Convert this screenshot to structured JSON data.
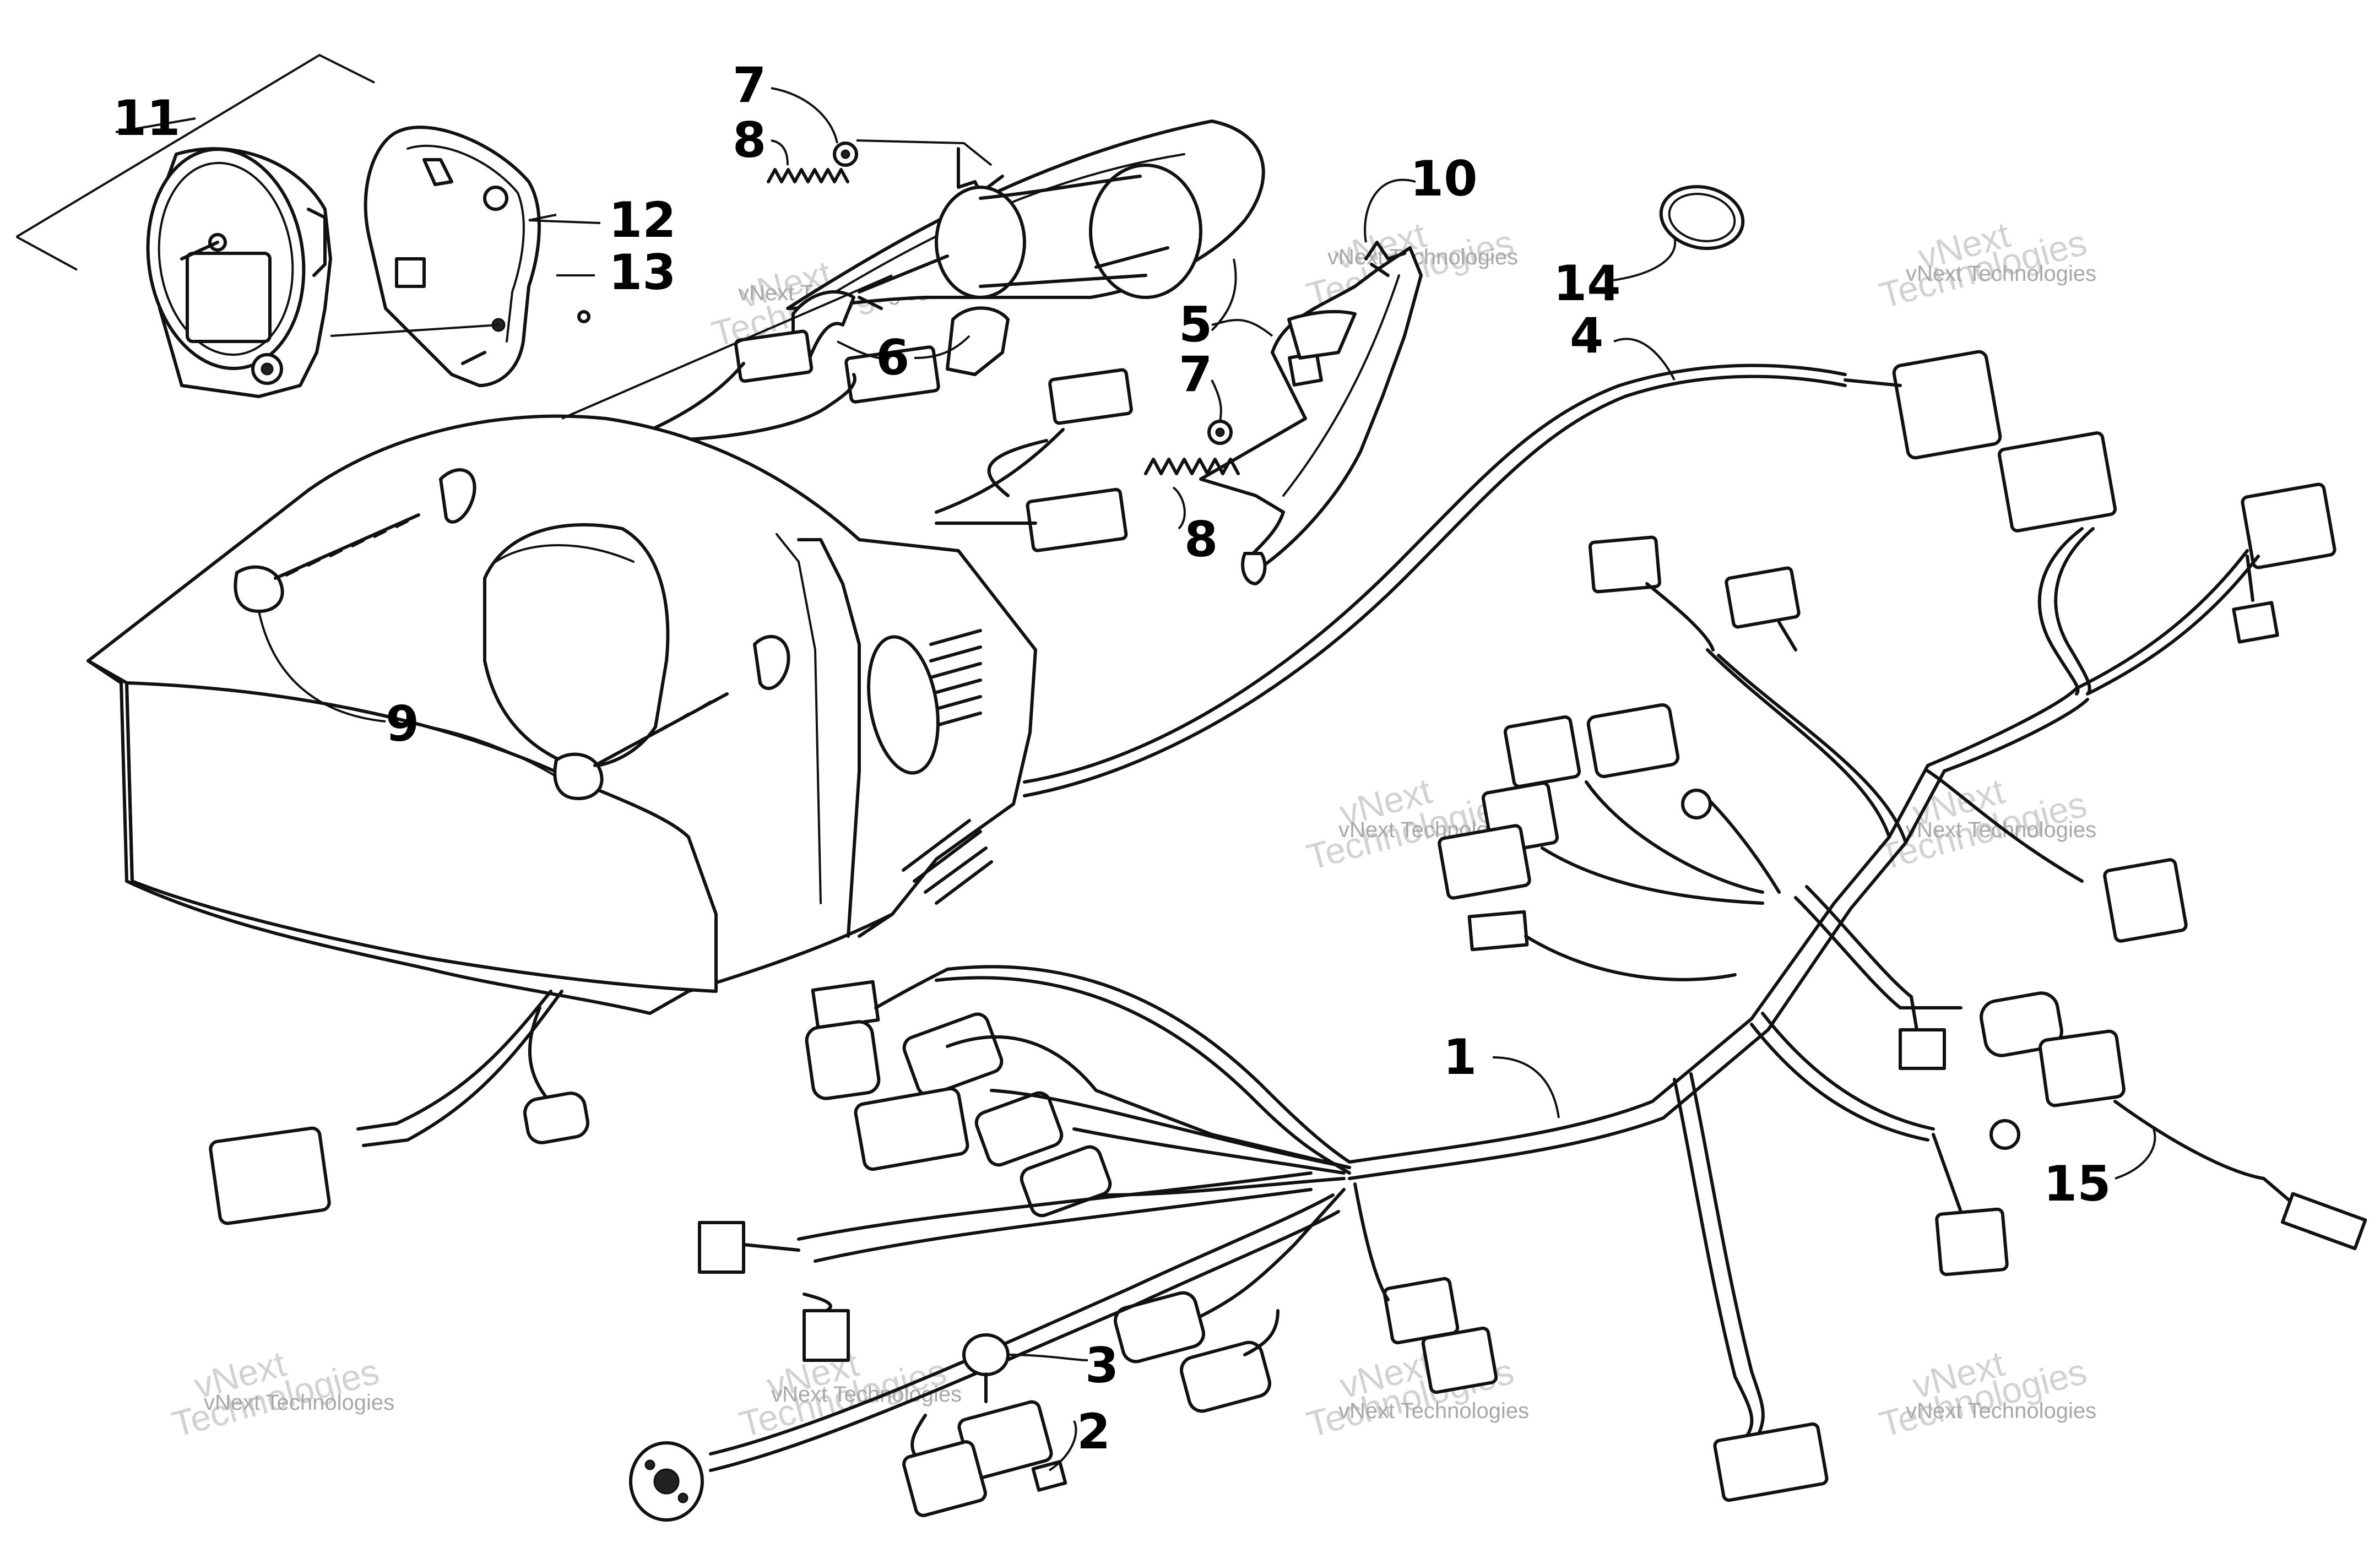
{
  "callouts": [
    "1",
    "2",
    "3",
    "4",
    "5",
    "6",
    "7",
    "7",
    "8",
    "8",
    "9",
    "10",
    "11",
    "12",
    "13",
    "14",
    "15"
  ],
  "watermark": {
    "small": "vNext Technologies",
    "big_line1": "vNext",
    "big_line2": "Technologies"
  },
  "colors": {
    "line": "#111111",
    "watermark": "#a8a8a8",
    "background": "#ffffff"
  }
}
